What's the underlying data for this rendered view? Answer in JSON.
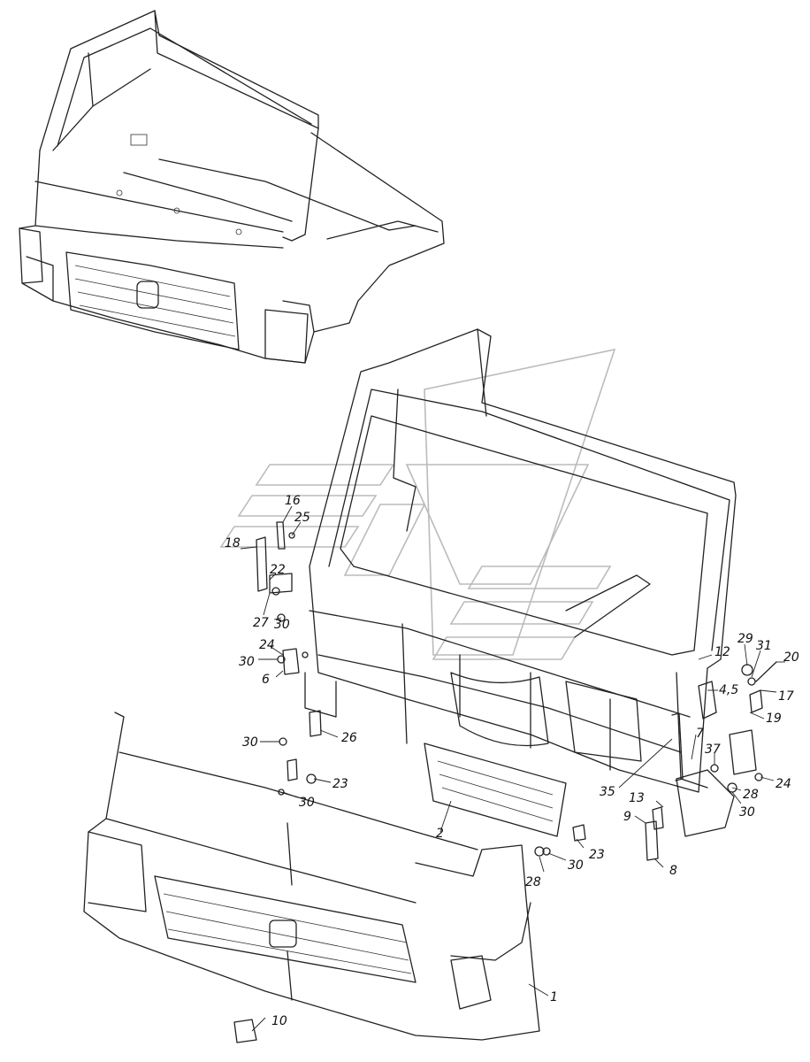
{
  "diagram": {
    "callouts": [
      {
        "id": "c1",
        "label": "1"
      },
      {
        "id": "c2",
        "label": "2"
      },
      {
        "id": "c45",
        "label": "4,5"
      },
      {
        "id": "c6",
        "label": "6"
      },
      {
        "id": "c7",
        "label": "7"
      },
      {
        "id": "c8",
        "label": "8"
      },
      {
        "id": "c9",
        "label": "9"
      },
      {
        "id": "c10",
        "label": "10"
      },
      {
        "id": "c12",
        "label": "12"
      },
      {
        "id": "c13",
        "label": "13"
      },
      {
        "id": "c16",
        "label": "16"
      },
      {
        "id": "c17",
        "label": "17"
      },
      {
        "id": "c18",
        "label": "18"
      },
      {
        "id": "c19",
        "label": "19"
      },
      {
        "id": "c20",
        "label": "20"
      },
      {
        "id": "c22",
        "label": "22"
      },
      {
        "id": "c23a",
        "label": "23"
      },
      {
        "id": "c23b",
        "label": "23"
      },
      {
        "id": "c24a",
        "label": "24"
      },
      {
        "id": "c24b",
        "label": "24"
      },
      {
        "id": "c25",
        "label": "25"
      },
      {
        "id": "c26",
        "label": "26"
      },
      {
        "id": "c27",
        "label": "27"
      },
      {
        "id": "c28a",
        "label": "28"
      },
      {
        "id": "c28b",
        "label": "28"
      },
      {
        "id": "c29",
        "label": "29"
      },
      {
        "id": "c30a",
        "label": "30"
      },
      {
        "id": "c30b",
        "label": "30"
      },
      {
        "id": "c30c",
        "label": "30"
      },
      {
        "id": "c30d",
        "label": "30"
      },
      {
        "id": "c30e",
        "label": "30"
      },
      {
        "id": "c30f",
        "label": "30"
      },
      {
        "id": "c31",
        "label": "31"
      },
      {
        "id": "c35",
        "label": "35"
      },
      {
        "id": "c37",
        "label": "37"
      }
    ]
  }
}
